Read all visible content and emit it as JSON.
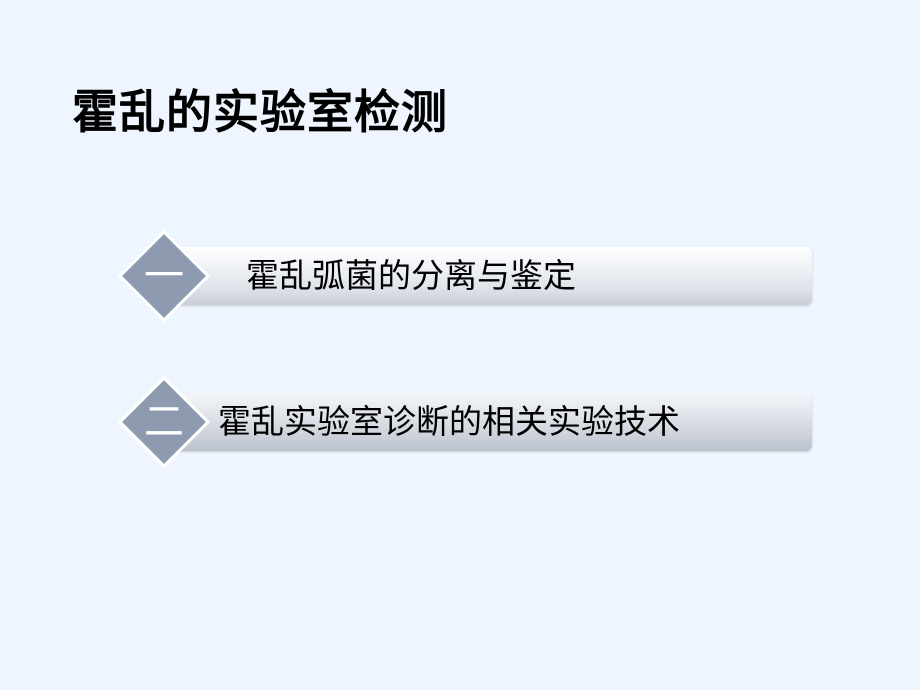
{
  "slide": {
    "title": "霍乱的实验室检测",
    "items": [
      {
        "number": "一",
        "label": "霍乱弧菌的分离与鉴定"
      },
      {
        "number": "二",
        "label": "霍乱实验室诊断的相关实验技术"
      }
    ]
  },
  "colors": {
    "background": "#eef5ff",
    "diamond": "#8d9ab0"
  }
}
